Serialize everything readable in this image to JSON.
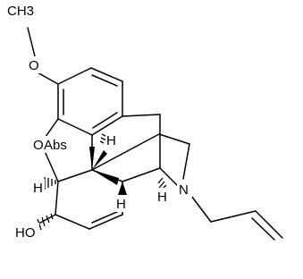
{
  "structure": {
    "atom_labels": {
      "ch3": "CH3",
      "ome_oxygen": "O",
      "ether_oxygen": "O",
      "abs": "Abs",
      "hydroxyl": "HO",
      "nitrogen": "N",
      "h_upper": "H",
      "h_left": "H",
      "h_right": "H",
      "h_lower": "H"
    }
  }
}
